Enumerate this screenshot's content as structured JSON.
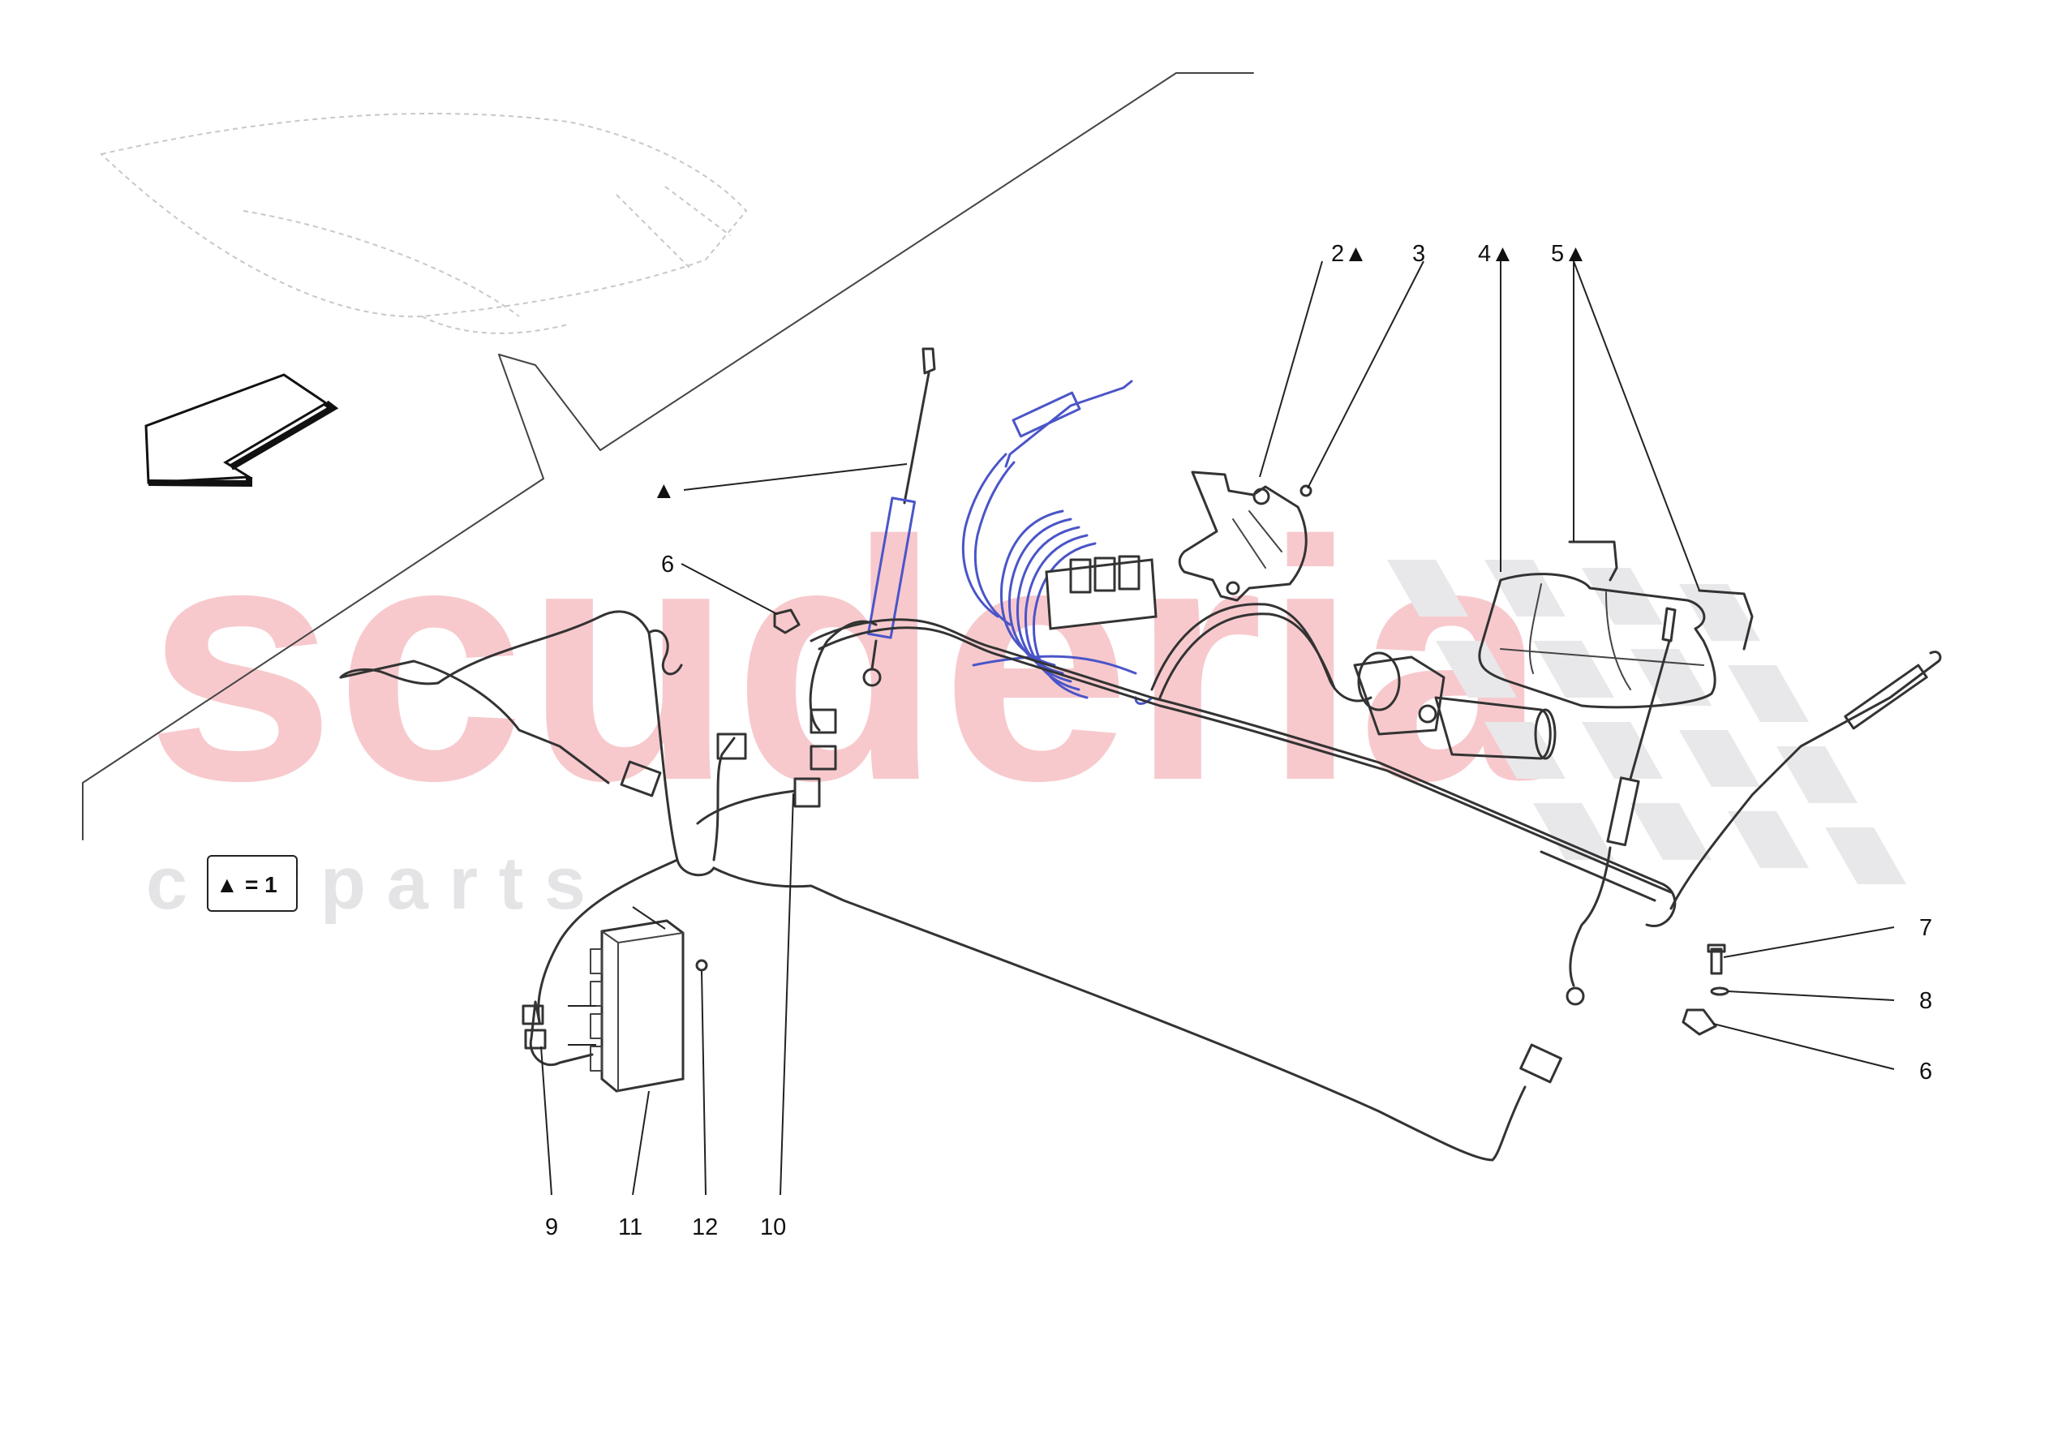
{
  "watermark": {
    "brand": "scuderia",
    "sub": "c a r p a r t s"
  },
  "legend": {
    "symbol": "▲",
    "text": "= 1"
  },
  "callouts": [
    {
      "id": "c2",
      "label": "2▲"
    },
    {
      "id": "c3",
      "label": "3"
    },
    {
      "id": "c4",
      "label": "4▲"
    },
    {
      "id": "c5",
      "label": "5▲"
    },
    {
      "id": "c-tri",
      "label": "▲"
    },
    {
      "id": "c6a",
      "label": "6"
    },
    {
      "id": "c7",
      "label": "7"
    },
    {
      "id": "c8",
      "label": "8"
    },
    {
      "id": "c6b",
      "label": "6"
    },
    {
      "id": "c9",
      "label": "9"
    },
    {
      "id": "c11",
      "label": "11"
    },
    {
      "id": "c12",
      "label": "12"
    },
    {
      "id": "c10",
      "label": "10"
    }
  ],
  "icons": {
    "direction": "front-direction-arrow-icon",
    "vehicle": "vehicle-roof-thumbnail-icon"
  },
  "colors": {
    "watermark_red": "#f7c9cd",
    "watermark_grey": "#e4e4e6",
    "highlight_blue": "#4a55c8",
    "line": "#333333"
  }
}
